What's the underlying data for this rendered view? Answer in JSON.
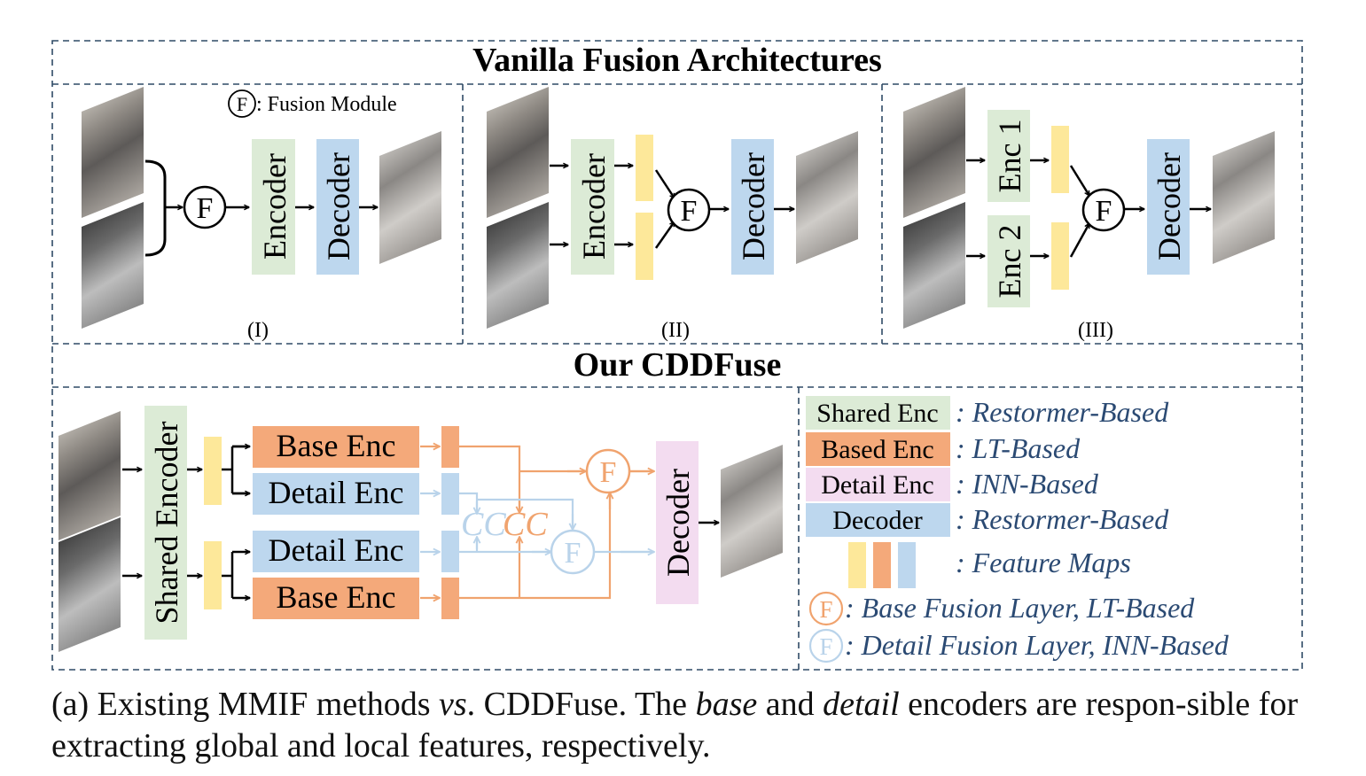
{
  "header_top": "Vanilla Fusion Architectures",
  "header_bottom": "Our CDDFuse",
  "fusion_symbol": "F",
  "fusion_legend": ": Fusion Module",
  "panels": {
    "p1": {
      "label": "(I)",
      "encoder": "Encoder",
      "decoder": "Decoder"
    },
    "p2": {
      "label": "(II)",
      "encoder": "Encoder",
      "decoder": "Decoder"
    },
    "p3": {
      "label": "(III)",
      "enc1": "Enc 1",
      "enc2": "Enc 2",
      "decoder": "Decoder"
    }
  },
  "cdd": {
    "shared_encoder": "Shared Encoder",
    "base_enc": "Base Enc",
    "detail_enc": "Detail Enc",
    "decoder": "Decoder",
    "cc": "CC"
  },
  "legend": [
    {
      "box": "Shared Enc",
      "desc": ": Restormer-Based"
    },
    {
      "box": "Based Enc",
      "desc": ": LT-Based"
    },
    {
      "box": "Detail Enc",
      "desc": ": INN-Based"
    },
    {
      "box": "Decoder",
      "desc": ": Restormer-Based"
    }
  ],
  "legend_feature_maps": ": Feature Maps",
  "legend_base_fusion": ": Base Fusion Layer, LT-Based",
  "legend_detail_fusion": ": Detail Fusion Layer, INN-Based",
  "caption": {
    "p1": "(a) Existing MMIF methods ",
    "vs": "vs",
    "p2": ". CDDFuse. The ",
    "base": "base",
    "p3": " and ",
    "detail": "detail",
    "p4": " encoders are respon-sible for extracting global and local features, respectively."
  },
  "colors": {
    "green": "#dcebd6",
    "blue": "#bdd7ee",
    "orange": "#f4a97a",
    "pink": "#f3dcf0",
    "yellow": "#fde89a",
    "dash_border": "#2f4a66",
    "legend_text": "#2b4a73",
    "fusion_orange": "#f0a36e",
    "fusion_blue": "#b9d3ea"
  }
}
